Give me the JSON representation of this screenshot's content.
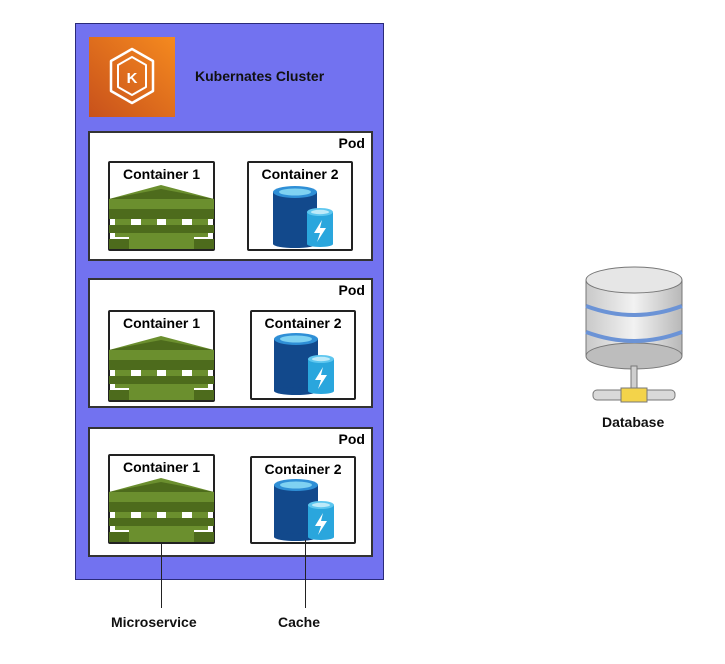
{
  "cluster": {
    "title": "Kubernates Cluster",
    "logo_letter": "K",
    "colors": {
      "background": "#7272f0",
      "logo_from": "#c8511b",
      "logo_to": "#f58a1f"
    }
  },
  "pods": [
    {
      "label": "Pod",
      "container1": "Container 1",
      "container2": "Container 2"
    },
    {
      "label": "Pod",
      "container1": "Container 1",
      "container2": "Container 2"
    },
    {
      "label": "Pod",
      "container1": "Container 1",
      "container2": "Container 2"
    }
  ],
  "annotations": {
    "microservice": "Microservice",
    "cache": "Cache"
  },
  "database": {
    "label": "Database"
  },
  "icons": {
    "cluster": "kubernetes-icon",
    "container1": "microservice-icon",
    "container2": "cache-icon",
    "database": "database-server-icon"
  }
}
